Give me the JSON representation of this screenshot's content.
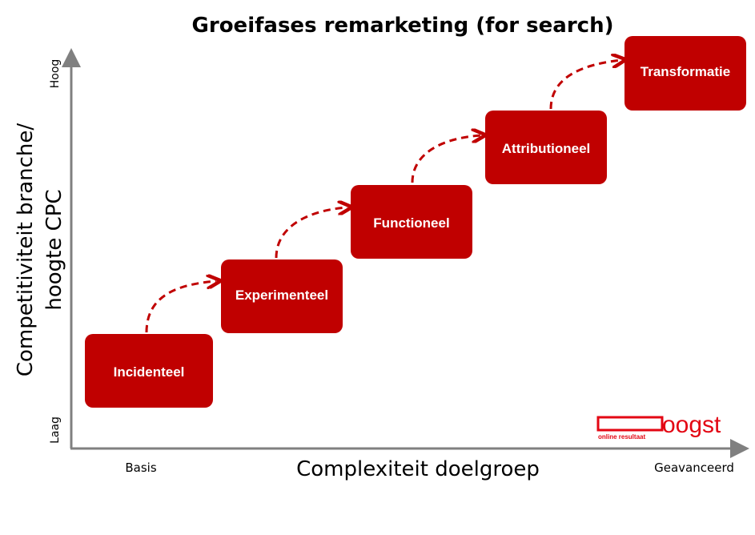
{
  "title": "Groeifases remarketing (for search)",
  "y_axis": {
    "label_line1": "Competitiviteit branche/",
    "label_line2": "hoogte CPC",
    "high": "Hoog",
    "low": "Laag"
  },
  "x_axis": {
    "label": "Complexiteit doelgroep",
    "low": "Basis",
    "high": "Geavanceerd"
  },
  "stages": [
    "Incidenteel",
    "Experimenteel",
    "Functioneel",
    "Attributioneel",
    "Transformatie"
  ],
  "logo": {
    "name": "oogst",
    "tagline": "online resultaat"
  },
  "colors": {
    "box": "#c00000",
    "axis": "#808080",
    "logo": "#e30613"
  }
}
